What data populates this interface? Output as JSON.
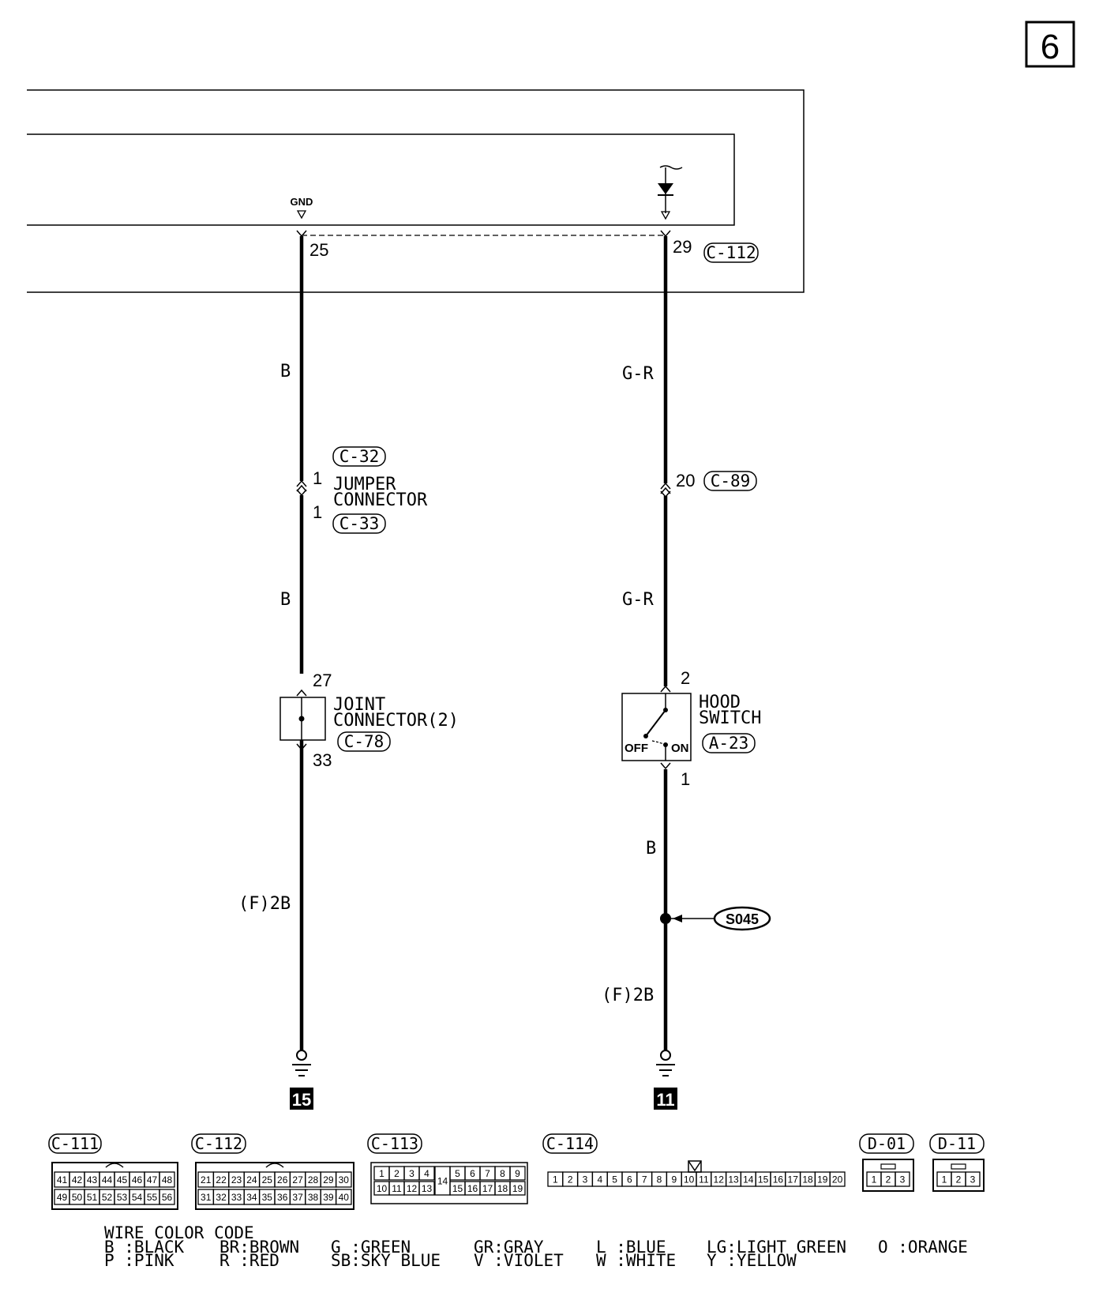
{
  "page_number": "6",
  "ecu": {
    "gnd_label": "GND",
    "left_pin": "25",
    "right_pin": "29",
    "connector": "C-112"
  },
  "left_circuit": {
    "wire_color_upper": "B",
    "jumper_connector_top": "C-32",
    "jumper_pin_top": "1",
    "jumper_name_line1": "JUMPER",
    "jumper_name_line2": "CONNECTOR",
    "jumper_pin_bottom": "1",
    "jumper_connector_bottom": "C-33",
    "wire_color_middle": "B",
    "joint_pin_top": "27",
    "joint_name_line1": "JOINT",
    "joint_name_line2": "CONNECTOR(2)",
    "joint_connector": "C-78",
    "joint_pin_bottom": "33",
    "wire_color_lower": "(F)2B",
    "ground_number": "15"
  },
  "right_circuit": {
    "wire_color_upper": "G-R",
    "inline_pin": "20",
    "inline_connector": "C-89",
    "wire_color_middle": "G-R",
    "switch_pin_top": "2",
    "switch_name_line1": "HOOD",
    "switch_name_line2": "SWITCH",
    "switch_connector": "A-23",
    "switch_off": "OFF",
    "switch_on": "ON",
    "switch_pin_bottom": "1",
    "wire_color_lower": "B",
    "splice": "S045",
    "wire_color_ground": "(F)2B",
    "ground_number": "11"
  },
  "connectors": {
    "c111": {
      "label": "C-111",
      "row1": [
        "41",
        "42",
        "43",
        "44",
        "45",
        "46",
        "47",
        "48"
      ],
      "row2": [
        "49",
        "50",
        "51",
        "52",
        "53",
        "54",
        "55",
        "56"
      ]
    },
    "c112": {
      "label": "C-112",
      "row1": [
        "21",
        "22",
        "23",
        "24",
        "25",
        "26",
        "27",
        "28",
        "29",
        "30"
      ],
      "row2": [
        "31",
        "32",
        "33",
        "34",
        "35",
        "36",
        "37",
        "38",
        "39",
        "40"
      ]
    },
    "c113": {
      "label": "C-113",
      "row1": [
        "1",
        "2",
        "3",
        "4",
        "5",
        "6",
        "7",
        "8",
        "9"
      ],
      "row2": [
        "10",
        "11",
        "12",
        "13",
        "14",
        "15",
        "16",
        "17",
        "18",
        "19"
      ]
    },
    "c114": {
      "label": "C-114",
      "row1": [
        "1",
        "2",
        "3",
        "4",
        "5",
        "6",
        "7",
        "8",
        "9",
        "10",
        "11",
        "12",
        "13",
        "14",
        "15",
        "16",
        "17",
        "18",
        "19",
        "20"
      ]
    },
    "d01": {
      "label": "D-01",
      "row1": [
        "1",
        "2",
        "3"
      ]
    },
    "d11": {
      "label": "D-11",
      "row1": [
        "1",
        "2",
        "3"
      ]
    }
  },
  "wire_color_code": {
    "title": "WIRE COLOR CODE",
    "row1": [
      "B :BLACK",
      "BR:BROWN",
      "G :GREEN",
      "GR:GRAY",
      "L :BLUE",
      "LG:LIGHT GREEN",
      "O :ORANGE"
    ],
    "row2": [
      "P :PINK",
      "R :RED",
      "SB:SKY BLUE",
      "V :VIOLET",
      "W :WHITE",
      "Y :YELLOW"
    ]
  }
}
